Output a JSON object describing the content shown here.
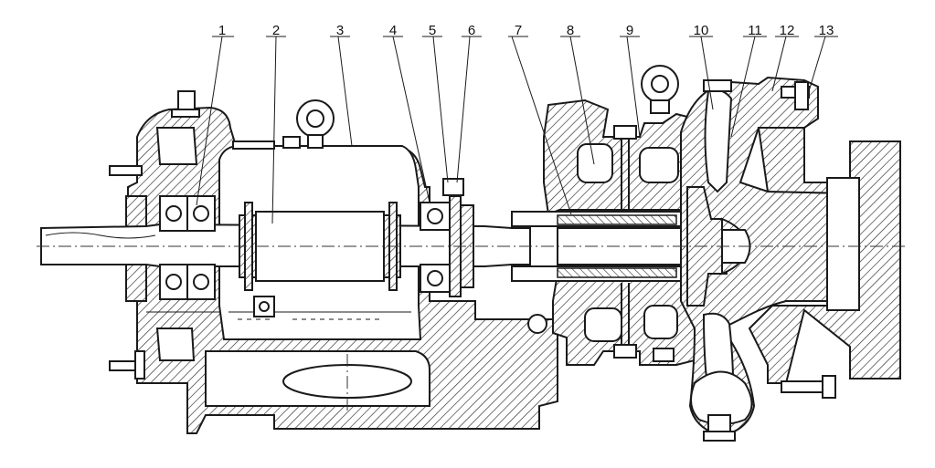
{
  "diagram": {
    "callouts": [
      "1",
      "2",
      "3",
      "4",
      "5",
      "6",
      "7",
      "8",
      "9",
      "10",
      "11",
      "12",
      "13"
    ]
  },
  "colors": {
    "line": "#1a1a1a",
    "background": "#ffffff"
  }
}
